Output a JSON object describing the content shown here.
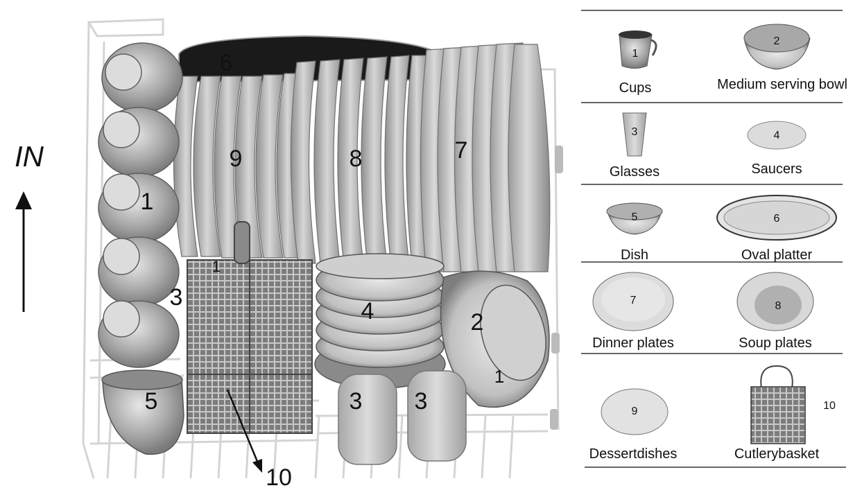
{
  "direction": {
    "label": "IN"
  },
  "rack_labels": {
    "cups": "1",
    "glasses": "3",
    "dish": "5",
    "oval_platter": "6",
    "dinner_plates": "7",
    "soup_plates": "8",
    "row_9": "9",
    "saucers": "4",
    "bowl": "2",
    "glass_a": "3",
    "glass_b": "3",
    "basket_top": "1",
    "basket_side": "1",
    "cutlery": "10"
  },
  "legend": [
    {
      "num": "1",
      "name": "Cups"
    },
    {
      "num": "2",
      "name": "Medium serving bowl"
    },
    {
      "num": "3",
      "name": "Glasses"
    },
    {
      "num": "4",
      "name": "Saucers"
    },
    {
      "num": "5",
      "name": "Dish"
    },
    {
      "num": "6",
      "name": "Oval platter"
    },
    {
      "num": "7",
      "name": "Dinner plates"
    },
    {
      "num": "8",
      "name": "Soup plates"
    },
    {
      "num": "9",
      "name": "Dessertdishes"
    },
    {
      "num": "10",
      "name": "Cutlerybasket"
    }
  ],
  "colors": {
    "item_gray": "#b5b5b5",
    "dark": "#1a1a1a",
    "rack": "#d8d8d8"
  }
}
